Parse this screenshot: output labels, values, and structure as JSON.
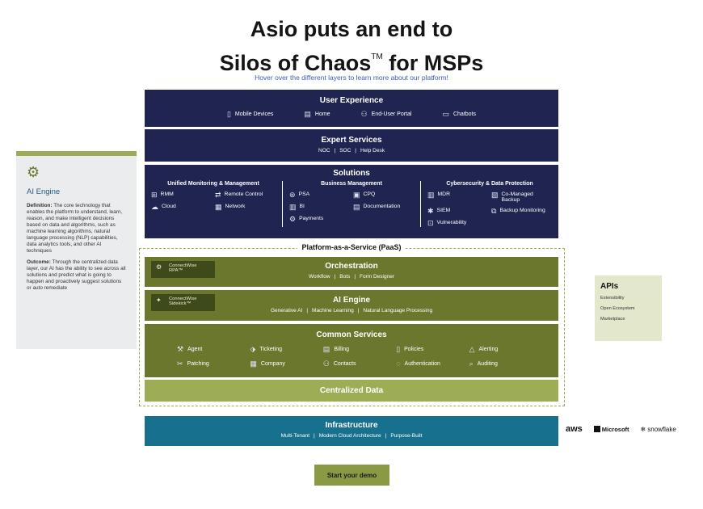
{
  "title": {
    "line1": "Asio puts an end to",
    "line2_pre": "Silos of Chaos",
    "line2_tm": "TM",
    "line2_post": " for MSPs"
  },
  "subtitle": "Hover over the different layers to learn more about our platform!",
  "user_experience": {
    "heading": "User Experience",
    "items": [
      {
        "label": "Mobile Devices",
        "icon": "mobile-icon"
      },
      {
        "label": "Home",
        "icon": "home-icon"
      },
      {
        "label": "End-User Portal",
        "icon": "user-icon"
      },
      {
        "label": "Chatbots",
        "icon": "chat-icon"
      }
    ]
  },
  "expert_services": {
    "heading": "Expert Services",
    "items": [
      "NOC",
      "SOC",
      "Help Desk"
    ]
  },
  "solutions": {
    "heading": "Solutions",
    "columns": [
      {
        "title": "Unified Monitoring & Management",
        "items": [
          {
            "label": "RMM",
            "icon": "rmm-icon"
          },
          {
            "label": "Remote Control",
            "icon": "remote-control-icon"
          },
          {
            "label": "Cloud",
            "icon": "cloud-icon"
          },
          {
            "label": "Network",
            "icon": "network-icon"
          }
        ]
      },
      {
        "title": "Business Management",
        "items": [
          {
            "label": "PSA",
            "icon": "psa-icon"
          },
          {
            "label": "CPQ",
            "icon": "cpq-icon"
          },
          {
            "label": "BI",
            "icon": "bi-icon"
          },
          {
            "label": "Documentation",
            "icon": "documentation-icon"
          },
          {
            "label": "Payments",
            "icon": "payments-icon"
          }
        ]
      },
      {
        "title": "Cybersecurity & Data Protection",
        "items": [
          {
            "label": "MDR",
            "icon": "mdr-icon"
          },
          {
            "label": "Co-Managed Backup",
            "icon": "backup-icon"
          },
          {
            "label": "SIEM",
            "icon": "siem-icon"
          },
          {
            "label": "Backup Monitoring",
            "icon": "backup-monitoring-icon"
          },
          {
            "label": "Vulnerability",
            "icon": "vulnerability-icon"
          }
        ]
      }
    ]
  },
  "paas_label": "Platform-as-a-Service (PaaS)",
  "orchestration": {
    "heading": "Orchestration",
    "items": [
      "Workflow",
      "Bots",
      "Form Designer"
    ],
    "badge_line1": "ConnectWise",
    "badge_line2": "RPA™"
  },
  "ai_engine_layer": {
    "heading": "AI Engine",
    "items": [
      "Generative AI",
      "Machine Learning",
      "Natural Language Processing"
    ],
    "badge_line1": "ConnectWise",
    "badge_line2": "Sidekick™"
  },
  "common_services": {
    "heading": "Common Services",
    "items": [
      {
        "label": "Agent",
        "icon": "agent-icon"
      },
      {
        "label": "Ticketing",
        "icon": "ticketing-icon"
      },
      {
        "label": "Billing",
        "icon": "billing-icon"
      },
      {
        "label": "Policies",
        "icon": "policies-icon"
      },
      {
        "label": "Alerting",
        "icon": "alerting-icon"
      },
      {
        "label": "Patching",
        "icon": "patching-icon"
      },
      {
        "label": "Company",
        "icon": "company-icon"
      },
      {
        "label": "Contacts",
        "icon": "contacts-icon"
      },
      {
        "label": "Authentication",
        "icon": "authentication-icon"
      },
      {
        "label": "Auditing",
        "icon": "auditing-icon"
      }
    ]
  },
  "centralized_data": {
    "heading": "Centralized Data"
  },
  "infrastructure": {
    "heading": "Infrastructure",
    "items": [
      "Multi-Tenant",
      "Modern Cloud Architecture",
      "Purpose-Built"
    ]
  },
  "side_panel": {
    "heading": "AI Engine",
    "definition_label": "Definition:",
    "definition_text": " The core technology that enables the platform to understand, learn, reason, and make intelligent decisions based on data and algorithms, such as machine learning algorithms, natural language processing (NLP) capabilities, data analytics tools, and other AI techniques",
    "outcome_label": "Outcome:",
    "outcome_text": " Through the centralized data layer, our AI has the ability to see across all solutions and predict what is going to happen and proactively suggest solutions or auto remediate"
  },
  "apis": {
    "heading": "APIs",
    "items": [
      "Extensibility",
      "Open Ecosystem",
      "Marketplace"
    ]
  },
  "partner_logos": {
    "aws": "aws",
    "microsoft": "Microsoft",
    "snowflake": "snowflake"
  },
  "cta": "Start your demo",
  "colors": {
    "navy": "#1f2550",
    "olive": "#6a772d",
    "lime": "#9cad55",
    "teal": "#16708e"
  }
}
